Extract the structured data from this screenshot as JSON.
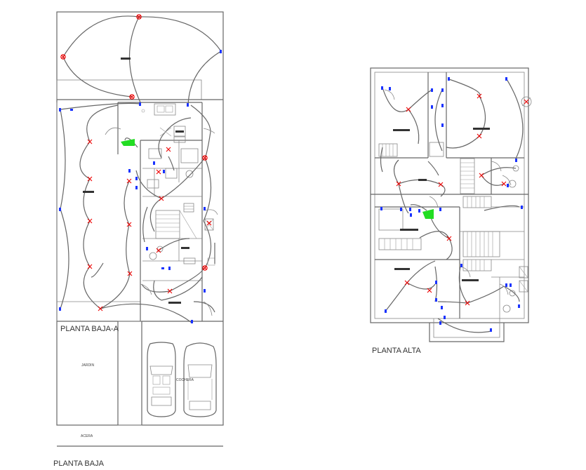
{
  "labels": {
    "planta_baja_a": "PLANTA BAJA-A",
    "planta_baja": "PLANTA BAJA",
    "planta_alta": "PLANTA ALTA",
    "jardin": "JARDIN",
    "acera": "ACERA",
    "cochera": "COCHERA"
  },
  "icons": [
    "light-fixture-icon",
    "switch-icon",
    "outlet-icon",
    "car-icon",
    "stair-icon"
  ],
  "colors": {
    "fixture": "#e00000",
    "switch": "#1a33ff",
    "highlight": "#22dd22",
    "line": "#666666"
  }
}
